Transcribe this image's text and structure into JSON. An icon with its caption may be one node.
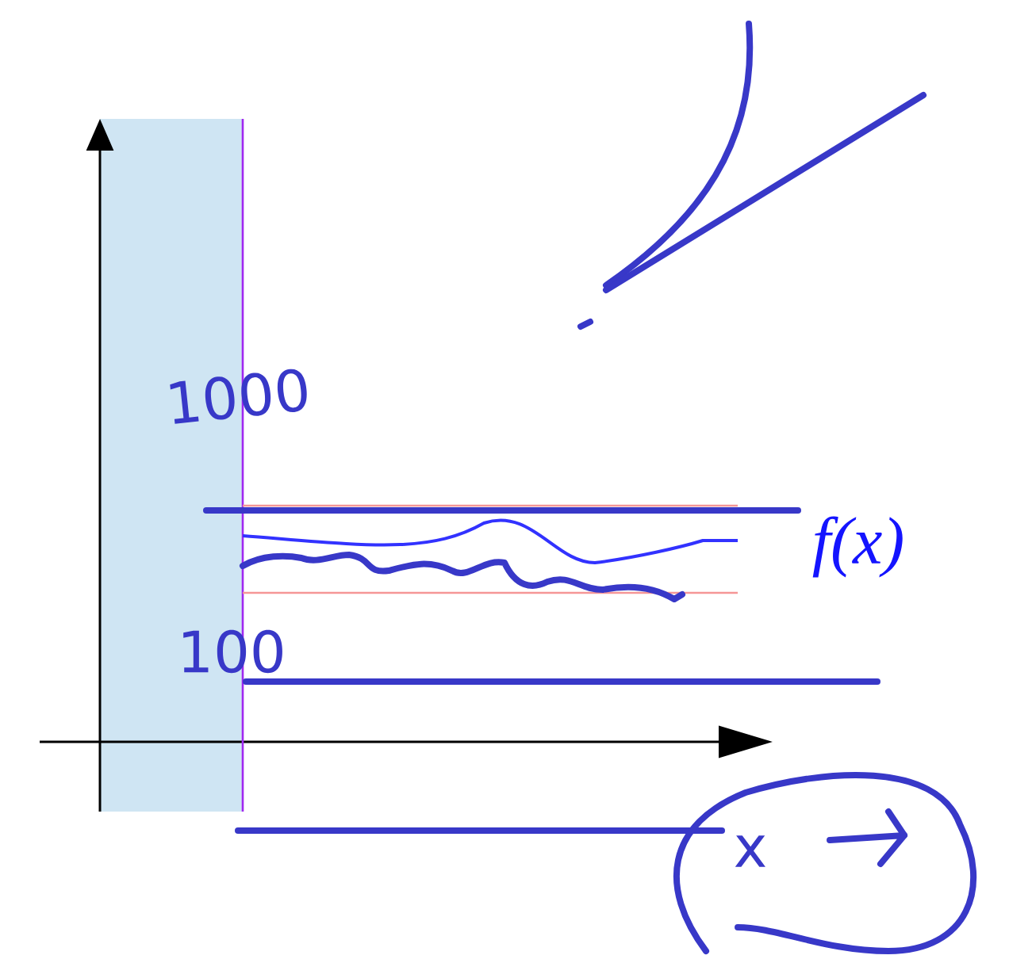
{
  "diagram": {
    "labels": [
      "1000",
      "f(x)",
      "100",
      "x"
    ]
  }
}
